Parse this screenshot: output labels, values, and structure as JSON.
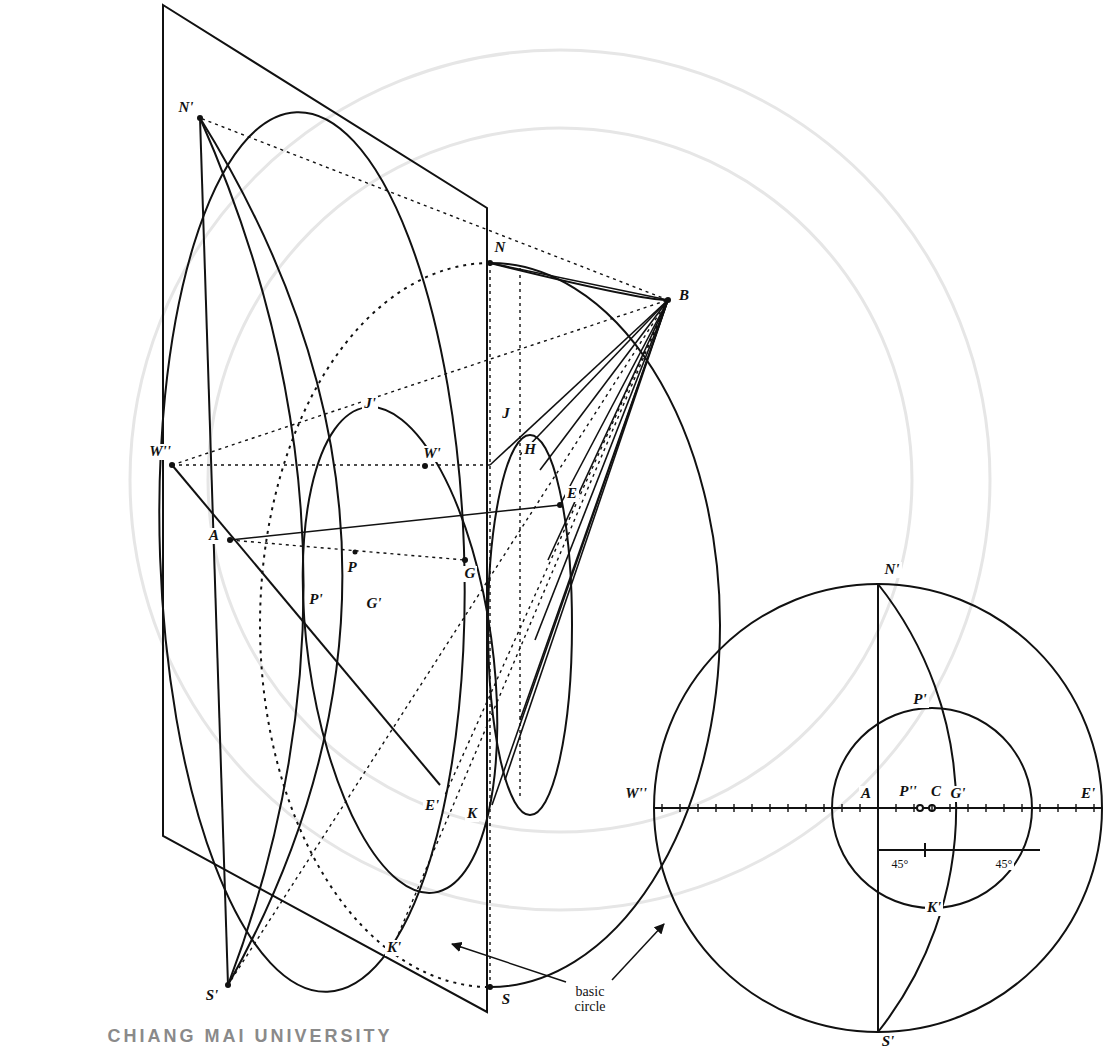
{
  "diagram": {
    "labels": [
      "N'",
      "N",
      "J'",
      "J",
      "H",
      "W''",
      "W'",
      "B",
      "A",
      "P",
      "G",
      "E",
      "P'",
      "G'",
      "E'",
      "K",
      "S",
      "K'",
      "S'",
      "basic circle",
      "N'",
      "P'",
      "W''",
      "A",
      "P''",
      "C",
      "G'",
      "E'",
      "45°",
      "45°",
      "K'",
      "S'",
      "CHIANG MAI UNIVERSITY"
    ]
  }
}
